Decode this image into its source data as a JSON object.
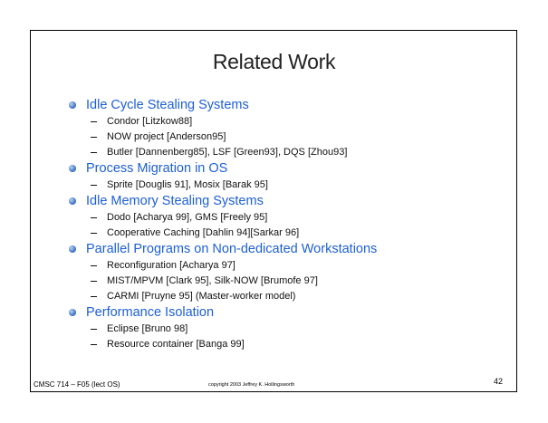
{
  "slide": {
    "title": "Related Work",
    "topics": [
      {
        "label": "Idle Cycle Stealing Systems",
        "items": [
          "Condor [Litzkow88]",
          "NOW project [Anderson95]",
          "Butler [Dannenberg85], LSF [Green93], DQS [Zhou93]"
        ]
      },
      {
        "label": "Process Migration in OS",
        "items": [
          "Sprite [Douglis 91], Mosix [Barak 95]"
        ]
      },
      {
        "label": "Idle Memory Stealing Systems",
        "items": [
          "Dodo [Acharya 99], GMS [Freely 95]",
          "Cooperative Caching [Dahlin 94][Sarkar 96]"
        ]
      },
      {
        "label": "Parallel Programs on Non-dedicated Workstations",
        "items": [
          "Reconfiguration [Acharya 97]",
          "MIST/MPVM [Clark 95], Silk-NOW [Brumofe 97]",
          "CARMI [Pruyne 95] (Master-worker model)"
        ]
      },
      {
        "label": "Performance Isolation",
        "items": [
          "Eclipse [Bruno 98]",
          "Resource container [Banga 99]"
        ]
      }
    ]
  },
  "footer": {
    "course": "CMSC 714 – F05 (lect OS)",
    "copyright": "copyright 2003 Jeffrey K. Hollingsworth",
    "page_number": "42"
  },
  "colors": {
    "topic_text": "#1d5fd6",
    "bullet": "#4c7fd0"
  },
  "icons": {
    "topic_bullet": "sphere-bullet-icon",
    "sub_bullet": "dash-icon"
  }
}
